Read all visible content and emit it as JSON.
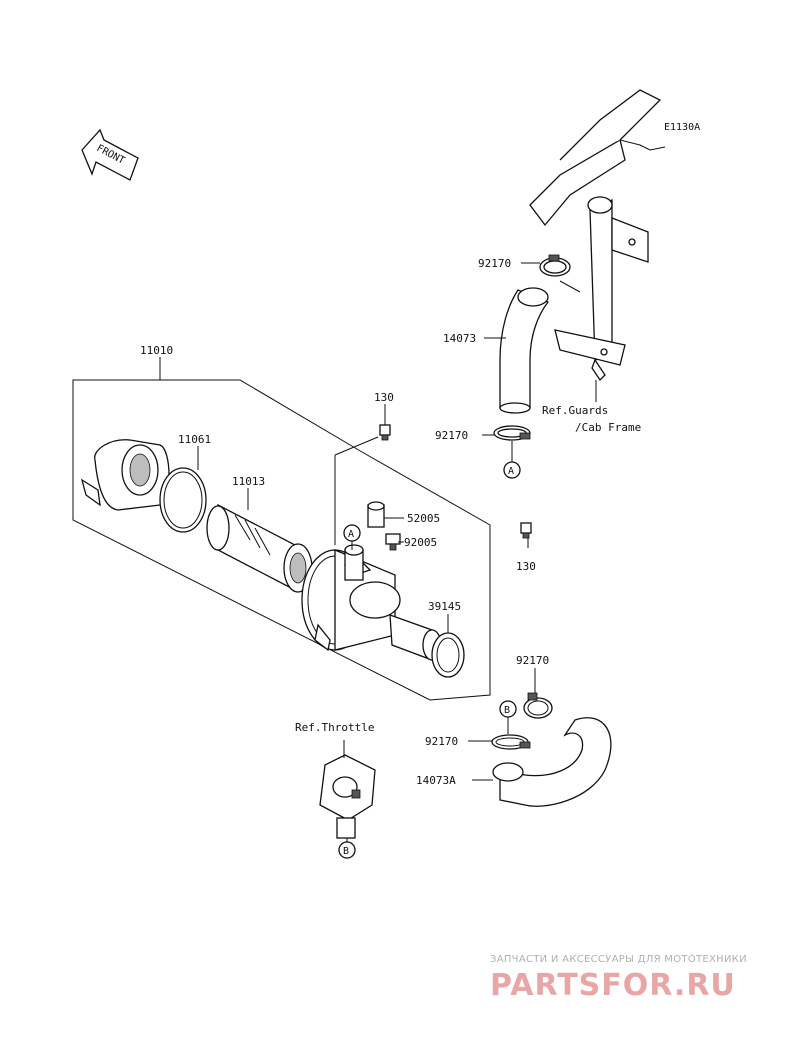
{
  "diagram_code": "E1130A",
  "front_marker": "FRONT",
  "parts": {
    "p11010": "11010",
    "p11061": "11061",
    "p11013": "11013",
    "p130_top": "130",
    "p130_right": "130",
    "p52005": "52005",
    "p92005": "92005",
    "p39145": "39145",
    "p92170_top": "92170",
    "p92170_mid": "92170",
    "p92170_right": "92170",
    "p92170_bottom": "92170",
    "p14073": "14073",
    "p14073A": "14073A"
  },
  "refs": {
    "guards_line1": "Ref.Guards",
    "guards_line2": "/Cab Frame",
    "throttle": "Ref.Throttle"
  },
  "connectors": {
    "a_top": "A",
    "a_filter": "A",
    "b_hose": "B",
    "b_throttle": "B"
  },
  "watermark": {
    "tagline": "ЗАПЧАСТИ И АКСЕССУАРЫ ДЛЯ МОТОТЕХНИКИ",
    "brand": "PARTSFOR.RU"
  }
}
